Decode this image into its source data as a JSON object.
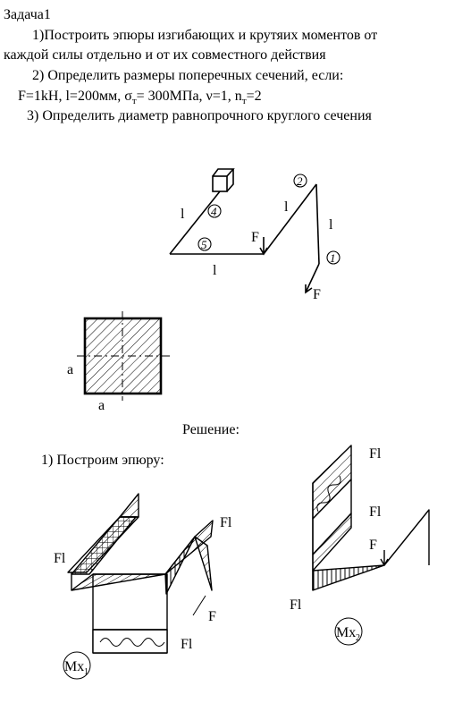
{
  "task": {
    "title": "Задача1",
    "line1": "1)Построить эпюры изгибающих и крутяих моментов от",
    "line2": "каждой силы отдельно и от их совместного действия",
    "line3": "2) Определить размеры поперечных сечений, если:",
    "params": {
      "f": "F=1kH, l=200мм, σ",
      "f_sub": "т",
      "mid": "= 300МПа, ν=1, n",
      "n_sub": "т",
      "end": "=2"
    },
    "line5": "3) Определить диаметр равнопрочного круглого сечения"
  },
  "scheme": {
    "l": "l",
    "force": "F",
    "node_labels": [
      "1",
      "2",
      "4",
      "5"
    ]
  },
  "section": {
    "side_label": "a",
    "bottom_label": "a"
  },
  "solution": {
    "heading": "Решение:",
    "step1": "1) Построим эпюру:"
  },
  "diagrams": {
    "fl": "Fl",
    "f": "F",
    "mx_left": "Mx",
    "mx_left_sub": "1",
    "mx_right": "Mx",
    "mx_right_sub": "2"
  }
}
